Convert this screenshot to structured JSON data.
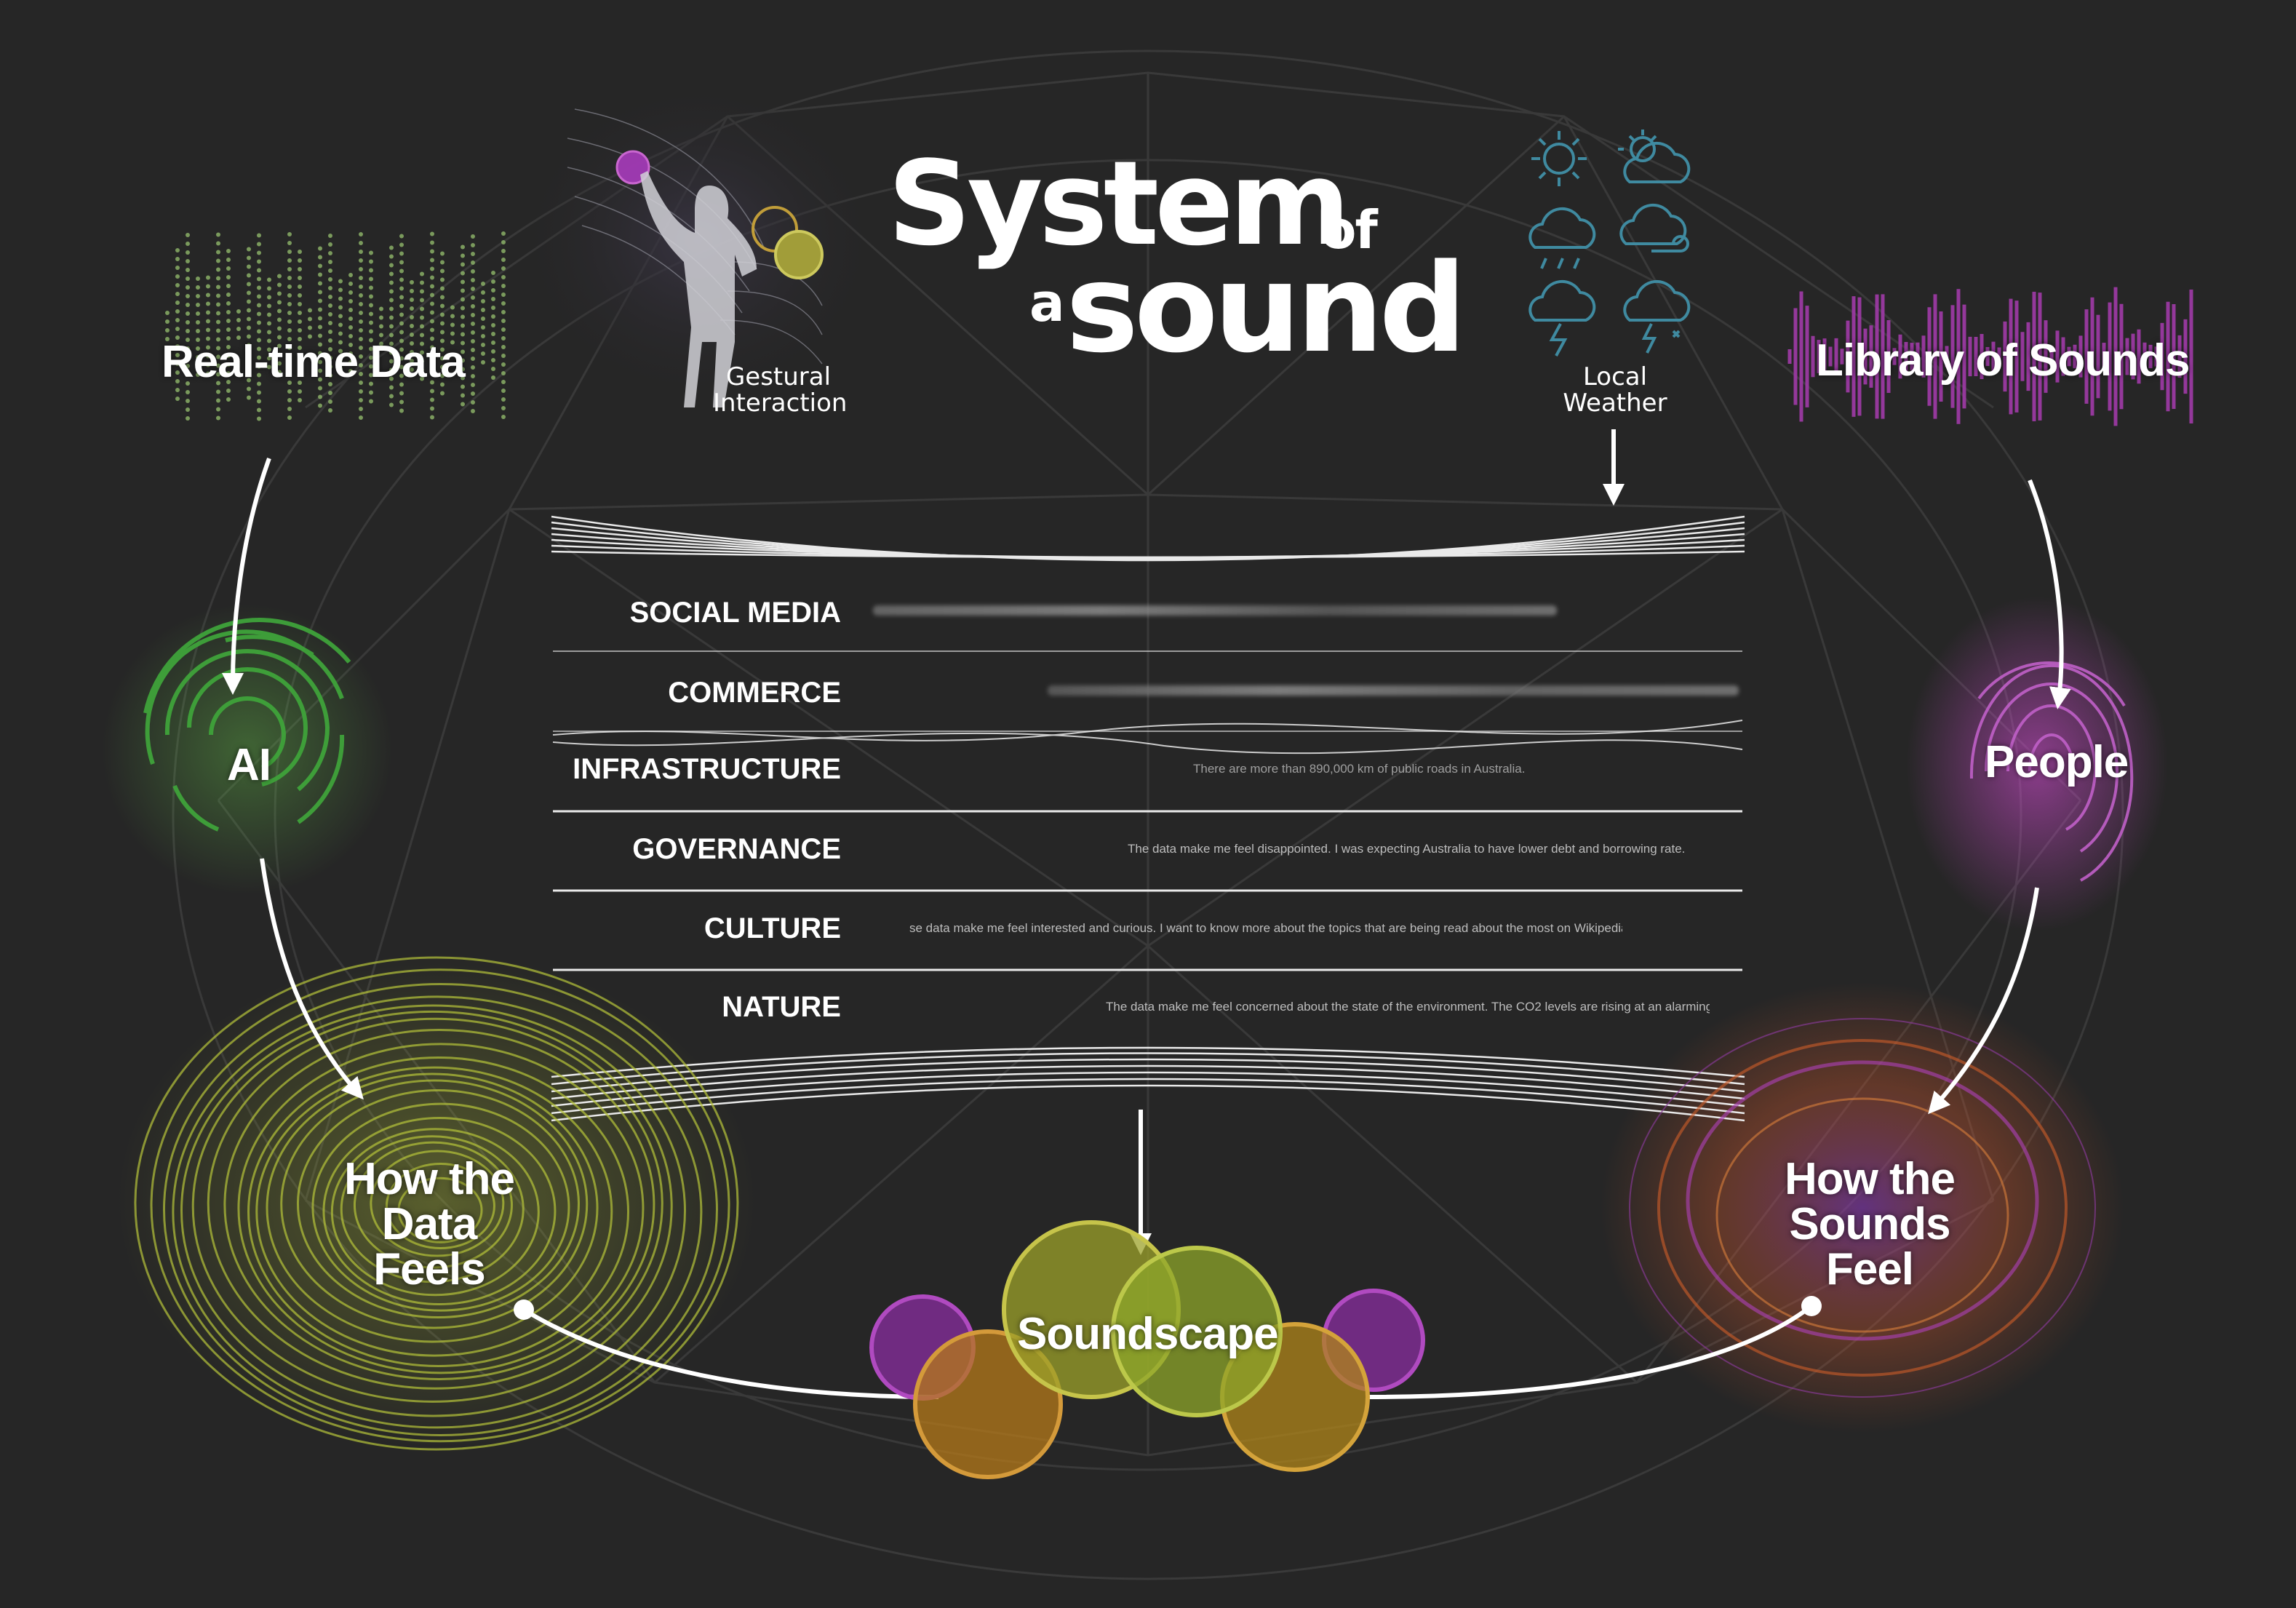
{
  "title": {
    "line1": "System",
    "of": "of",
    "a": "a",
    "line2": "sound"
  },
  "inputs": {
    "gestural": "Gestural\nInteraction",
    "weather": "Local\nWeather"
  },
  "nodes": {
    "realtime": "Real-time Data",
    "library": "Library of Sounds",
    "ai": "AI",
    "people": "People",
    "data_feels": "How the\nData Feels",
    "sounds_feel": "How the\nSounds Feel",
    "soundscape": "Soundscape"
  },
  "categories": [
    {
      "label": "SOCIAL MEDIA",
      "text": ""
    },
    {
      "label": "COMMERCE",
      "text": ""
    },
    {
      "label": "INFRASTRUCTURE",
      "text": "There are more than 890,000 km of public roads in Australia."
    },
    {
      "label": "GOVERNANCE",
      "text": "The data make me feel disappointed. I was expecting Australia to have lower debt and borrowing rate."
    },
    {
      "label": "CULTURE",
      "text": "se data make me feel interested and curious. I want to know more about the topics that are being read about the most on Wikipedia. I also feel li"
    },
    {
      "label": "NATURE",
      "text": "The data make me feel concerned about the state of the environment. The CO2 levels are rising at an alarming rate and this is"
    }
  ],
  "colors": {
    "background": "#262626",
    "green": "#4caf3a",
    "yellow_green": "#a9c23a",
    "magenta": "#b03ab3",
    "orange": "#c98a1c",
    "weather_icon": "#3f8aa0"
  },
  "icons": {
    "weather": [
      "sun-icon",
      "sun-cloud-icon",
      "rain-icon",
      "wind-icon",
      "storm-icon",
      "snow-storm-icon"
    ],
    "ai": "fingerprint-icon",
    "people": "fingerprint-icon"
  }
}
